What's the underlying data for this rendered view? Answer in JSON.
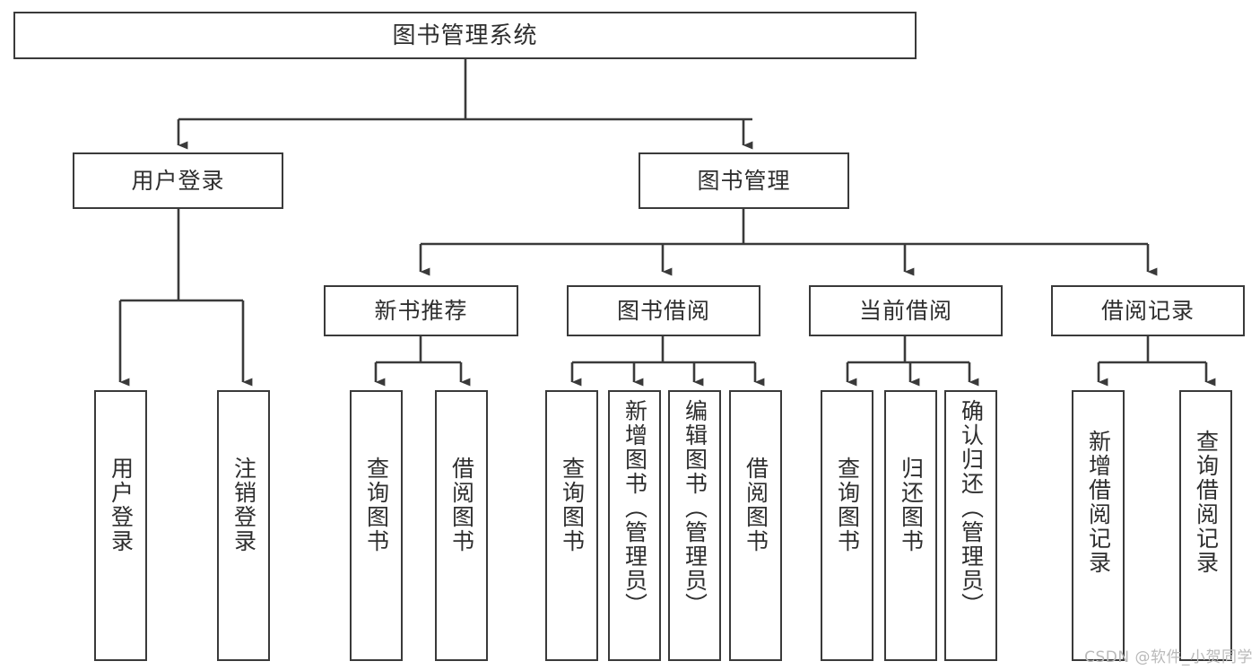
{
  "diagram": {
    "title": "图书管理系统",
    "watermark": "CSDN @软件_小贺同学",
    "colors": {
      "background": "#ffffff",
      "box_border": "#3a3a3a",
      "connector": "#3a3a3a",
      "text": "#2e2e2e",
      "watermark": "#b9b9b9"
    },
    "root": {
      "label": "图书管理系统"
    },
    "level2": [
      {
        "id": "user-login",
        "label": "用户登录"
      },
      {
        "id": "book-management",
        "label": "图书管理"
      }
    ],
    "level3": [
      {
        "id": "new-book-recommend",
        "label": "新书推荐",
        "parent": "book-management"
      },
      {
        "id": "book-borrow",
        "label": "图书借阅",
        "parent": "book-management"
      },
      {
        "id": "current-borrow",
        "label": "当前借阅",
        "parent": "book-management"
      },
      {
        "id": "borrow-record",
        "label": "借阅记录",
        "parent": "book-management"
      }
    ],
    "leaves": {
      "user_login": [
        {
          "id": "leaf-user-login",
          "label": "用户登录"
        },
        {
          "id": "leaf-logout",
          "label": "注销登录"
        }
      ],
      "new_book_recommend": [
        {
          "id": "leaf-query-book-1",
          "label": "查询图书"
        },
        {
          "id": "leaf-borrow-book-1",
          "label": "借阅图书"
        }
      ],
      "book_borrow": [
        {
          "id": "leaf-query-book-2",
          "label": "查询图书"
        },
        {
          "id": "leaf-add-book",
          "label": "新增图书（管理员）"
        },
        {
          "id": "leaf-edit-book",
          "label": "编辑图书（管理员）"
        },
        {
          "id": "leaf-borrow-book-2",
          "label": "借阅图书"
        }
      ],
      "current_borrow": [
        {
          "id": "leaf-query-book-3",
          "label": "查询图书"
        },
        {
          "id": "leaf-return-book",
          "label": "归还图书"
        },
        {
          "id": "leaf-confirm-return",
          "label": "确认归还（管理员）"
        }
      ],
      "borrow_record": [
        {
          "id": "leaf-add-record",
          "label": "新增借阅记录"
        },
        {
          "id": "leaf-query-record",
          "label": "查询借阅记录"
        }
      ]
    }
  }
}
